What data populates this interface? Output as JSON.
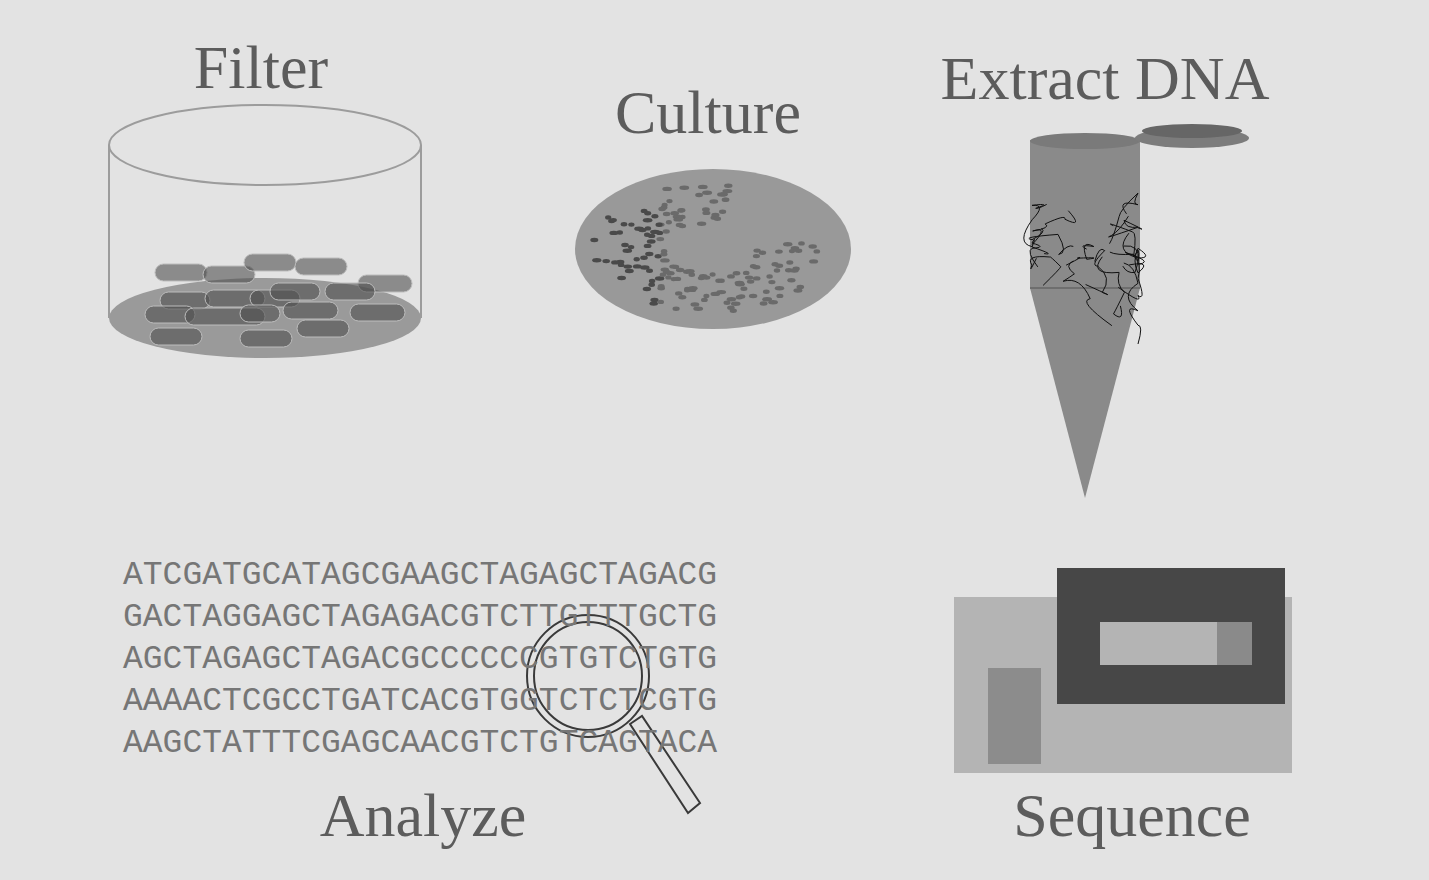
{
  "diagram": {
    "labels": [
      "Filter",
      "Culture",
      "Extract DNA",
      "ATCGATGCATAGCGAAGCTAGAGCTAGACG",
      "GACTAGGAGCTAGAGACGTCTTGTTTGCTG",
      "AGCTAGAGCTAGACGCCCCCCGTGTCTGTG",
      "AAAACTCGCCTGATCACGTGGTCTCTCGTG",
      "AAGCTATTTCGAGCAACGTCTGTCAGTACA",
      "Analyze",
      "Sequence"
    ]
  }
}
